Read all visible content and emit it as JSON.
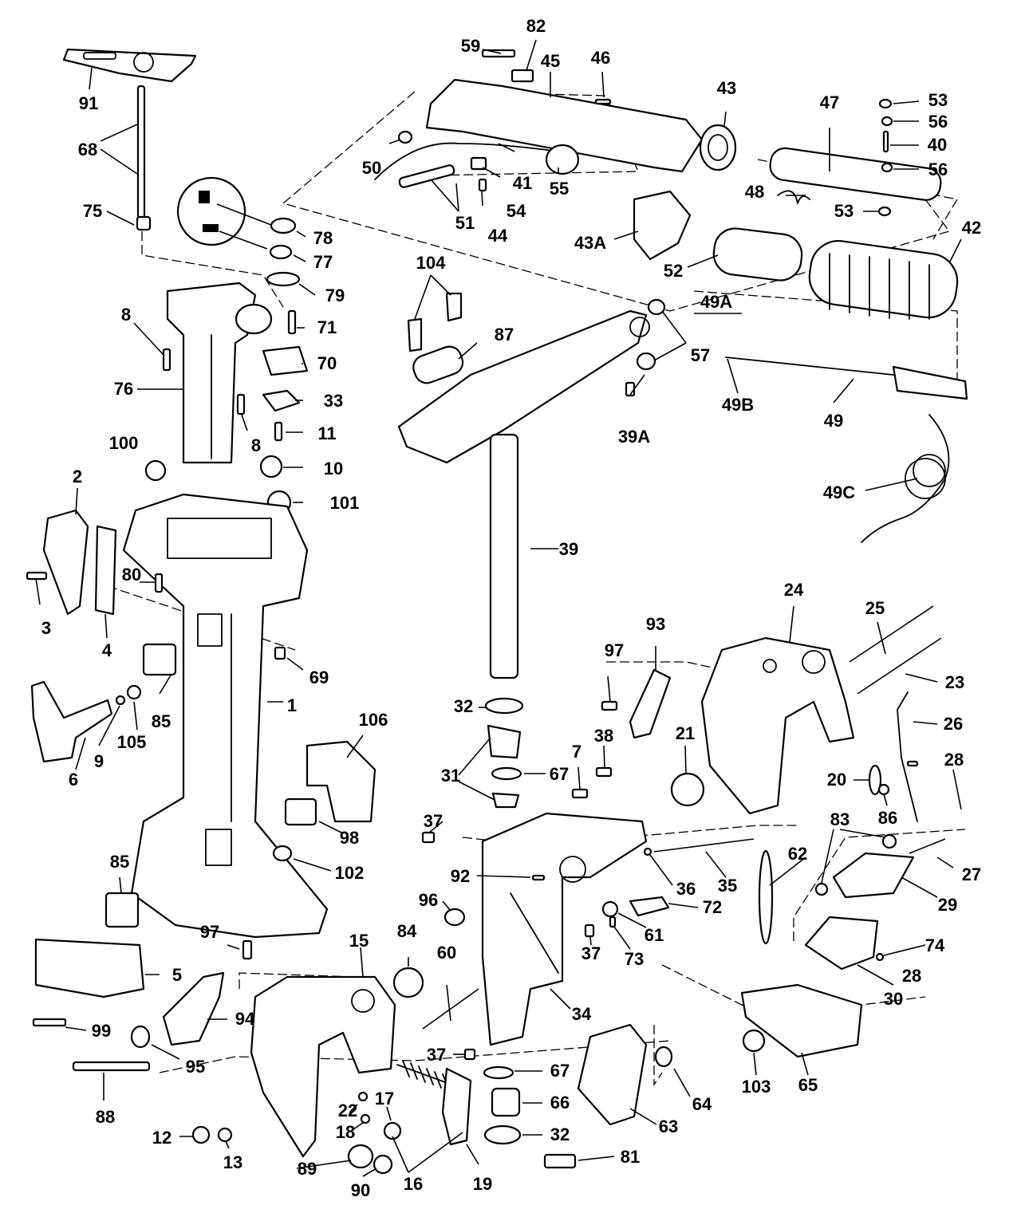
{
  "callouts": [
    {
      "id": "c1",
      "text": "1"
    },
    {
      "id": "c2",
      "text": "2"
    },
    {
      "id": "c3",
      "text": "3"
    },
    {
      "id": "c4",
      "text": "4"
    },
    {
      "id": "c5",
      "text": "5"
    },
    {
      "id": "c6",
      "text": "6"
    },
    {
      "id": "c7",
      "text": "7"
    },
    {
      "id": "c8a",
      "text": "8"
    },
    {
      "id": "c8b",
      "text": "8"
    },
    {
      "id": "c9",
      "text": "9"
    },
    {
      "id": "c10",
      "text": "10"
    },
    {
      "id": "c11",
      "text": "11"
    },
    {
      "id": "c12",
      "text": "12"
    },
    {
      "id": "c13",
      "text": "13"
    },
    {
      "id": "c15",
      "text": "15"
    },
    {
      "id": "c16",
      "text": "16"
    },
    {
      "id": "c17",
      "text": "17"
    },
    {
      "id": "c18",
      "text": "18"
    },
    {
      "id": "c19",
      "text": "19"
    },
    {
      "id": "c20",
      "text": "20"
    },
    {
      "id": "c21",
      "text": "21"
    },
    {
      "id": "c22",
      "text": "22"
    },
    {
      "id": "c23",
      "text": "23"
    },
    {
      "id": "c24",
      "text": "24"
    },
    {
      "id": "c25",
      "text": "25"
    },
    {
      "id": "c26",
      "text": "26"
    },
    {
      "id": "c27",
      "text": "27"
    },
    {
      "id": "c28a",
      "text": "28"
    },
    {
      "id": "c28b",
      "text": "28"
    },
    {
      "id": "c29",
      "text": "29"
    },
    {
      "id": "c30",
      "text": "30"
    },
    {
      "id": "c31",
      "text": "31"
    },
    {
      "id": "c32a",
      "text": "32"
    },
    {
      "id": "c32b",
      "text": "32"
    },
    {
      "id": "c33",
      "text": "33"
    },
    {
      "id": "c34",
      "text": "34"
    },
    {
      "id": "c35",
      "text": "35"
    },
    {
      "id": "c36",
      "text": "36"
    },
    {
      "id": "c37a",
      "text": "37"
    },
    {
      "id": "c37b",
      "text": "37"
    },
    {
      "id": "c37c",
      "text": "37"
    },
    {
      "id": "c38",
      "text": "38"
    },
    {
      "id": "c39",
      "text": "39"
    },
    {
      "id": "c39A",
      "text": "39A"
    },
    {
      "id": "c40",
      "text": "40"
    },
    {
      "id": "c41",
      "text": "41"
    },
    {
      "id": "c42",
      "text": "42"
    },
    {
      "id": "c43",
      "text": "43"
    },
    {
      "id": "c43A",
      "text": "43A"
    },
    {
      "id": "c44",
      "text": "44"
    },
    {
      "id": "c45",
      "text": "45"
    },
    {
      "id": "c46",
      "text": "46"
    },
    {
      "id": "c47",
      "text": "47"
    },
    {
      "id": "c48",
      "text": "48"
    },
    {
      "id": "c49",
      "text": "49"
    },
    {
      "id": "c49A",
      "text": "49A"
    },
    {
      "id": "c49B",
      "text": "49B"
    },
    {
      "id": "c49C",
      "text": "49C"
    },
    {
      "id": "c50",
      "text": "50"
    },
    {
      "id": "c51",
      "text": "51"
    },
    {
      "id": "c52",
      "text": "52"
    },
    {
      "id": "c53a",
      "text": "53"
    },
    {
      "id": "c53b",
      "text": "53"
    },
    {
      "id": "c54",
      "text": "54"
    },
    {
      "id": "c55",
      "text": "55"
    },
    {
      "id": "c56a",
      "text": "56"
    },
    {
      "id": "c56b",
      "text": "56"
    },
    {
      "id": "c57",
      "text": "57"
    },
    {
      "id": "c59",
      "text": "59"
    },
    {
      "id": "c60",
      "text": "60"
    },
    {
      "id": "c61",
      "text": "61"
    },
    {
      "id": "c62",
      "text": "62"
    },
    {
      "id": "c63",
      "text": "63"
    },
    {
      "id": "c64",
      "text": "64"
    },
    {
      "id": "c65",
      "text": "65"
    },
    {
      "id": "c66",
      "text": "66"
    },
    {
      "id": "c67a",
      "text": "67"
    },
    {
      "id": "c67b",
      "text": "67"
    },
    {
      "id": "c68",
      "text": "68"
    },
    {
      "id": "c69",
      "text": "69"
    },
    {
      "id": "c70",
      "text": "70"
    },
    {
      "id": "c71",
      "text": "71"
    },
    {
      "id": "c72",
      "text": "72"
    },
    {
      "id": "c73",
      "text": "73"
    },
    {
      "id": "c74",
      "text": "74"
    },
    {
      "id": "c75",
      "text": "75"
    },
    {
      "id": "c76",
      "text": "76"
    },
    {
      "id": "c77",
      "text": "77"
    },
    {
      "id": "c78",
      "text": "78"
    },
    {
      "id": "c79",
      "text": "79"
    },
    {
      "id": "c80",
      "text": "80"
    },
    {
      "id": "c81",
      "text": "81"
    },
    {
      "id": "c82",
      "text": "82"
    },
    {
      "id": "c83",
      "text": "83"
    },
    {
      "id": "c84",
      "text": "84"
    },
    {
      "id": "c85a",
      "text": "85"
    },
    {
      "id": "c85b",
      "text": "85"
    },
    {
      "id": "c86",
      "text": "86"
    },
    {
      "id": "c87",
      "text": "87"
    },
    {
      "id": "c88",
      "text": "88"
    },
    {
      "id": "c89",
      "text": "89"
    },
    {
      "id": "c90",
      "text": "90"
    },
    {
      "id": "c91",
      "text": "91"
    },
    {
      "id": "c92",
      "text": "92"
    },
    {
      "id": "c93",
      "text": "93"
    },
    {
      "id": "c94",
      "text": "94"
    },
    {
      "id": "c95",
      "text": "95"
    },
    {
      "id": "c96",
      "text": "96"
    },
    {
      "id": "c97a",
      "text": "97"
    },
    {
      "id": "c97b",
      "text": "97"
    },
    {
      "id": "c98",
      "text": "98"
    },
    {
      "id": "c99",
      "text": "99"
    },
    {
      "id": "c100",
      "text": "100"
    },
    {
      "id": "c101",
      "text": "101"
    },
    {
      "id": "c102",
      "text": "102"
    },
    {
      "id": "c103",
      "text": "103"
    },
    {
      "id": "c104",
      "text": "104"
    },
    {
      "id": "c105",
      "text": "105"
    },
    {
      "id": "c106",
      "text": "106"
    }
  ]
}
